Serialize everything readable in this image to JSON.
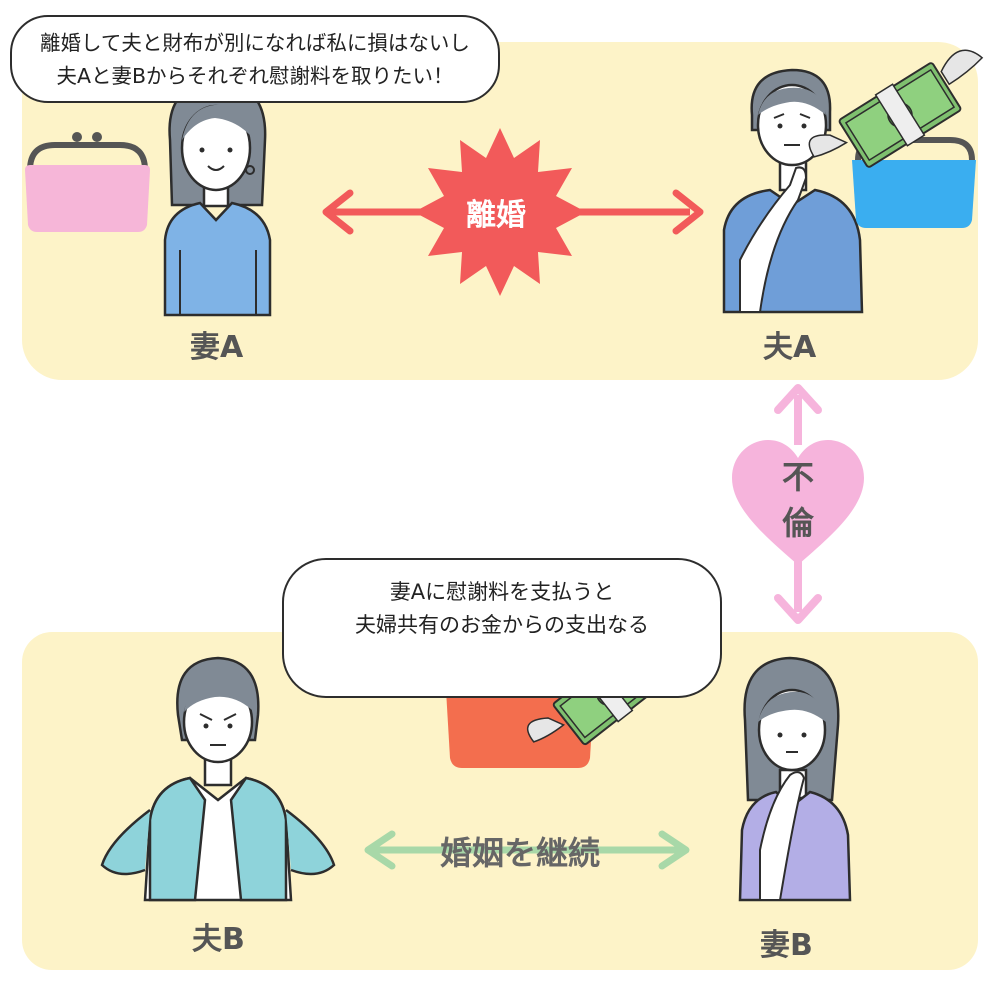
{
  "top": {
    "speech": [
      "離婚して夫と財布が別になれば私に損はないし",
      "夫Aと妻Bからそれぞれ慰謝料を取りたい！"
    ],
    "wife_label": "妻A",
    "husband_label": "夫A",
    "divorce_label": "離婚"
  },
  "affair": {
    "label_1": "不",
    "label_2": "倫"
  },
  "bottom": {
    "speech": [
      "妻Aに慰謝料を支払うと",
      "夫婦共有のお金からの支出なる"
    ],
    "husband_label": "夫B",
    "wife_label": "妻B",
    "marriage_label": "婚姻を継続"
  },
  "colors": {
    "panel": "#fdf3c8",
    "divorce_arrow": "#f25a5a",
    "affair_heart": "#f6b4dc",
    "marriage_arrow": "#a8d8a8",
    "wallet_pink": "#f6b6d8",
    "wallet_blue": "#3aaef0",
    "wallet_orange": "#f36e4e"
  }
}
